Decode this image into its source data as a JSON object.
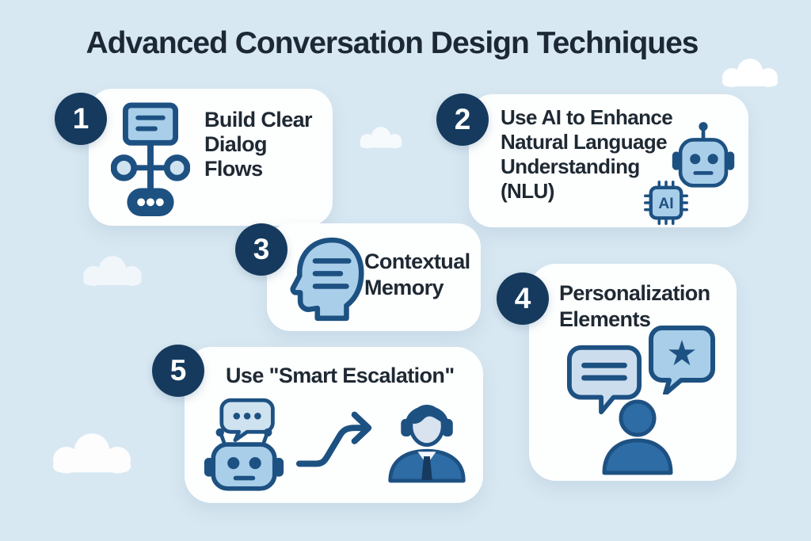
{
  "title": "Advanced Conversation Design Techniques",
  "colors": {
    "background": "#d8e8f2",
    "card": "#fdfefe",
    "badge_navy": "#163a5e",
    "icon_stroke_dark": "#1d5182",
    "icon_fill_light": "#a8cee9",
    "icon_fill_pale": "#ccdeee",
    "icon_fill_mid": "#2e6ca5",
    "text": "#1f2933"
  },
  "cards": [
    {
      "number": "1",
      "lines": [
        "Build Clear",
        "Dialog",
        "Flows"
      ],
      "icons": [
        "flowchart-icon"
      ]
    },
    {
      "number": "2",
      "lines": [
        "Use AI to Enhance",
        "Natural Language",
        "Understanding",
        "(NLU)"
      ],
      "icons": [
        "robot-head-icon",
        "ai-chip-icon"
      ],
      "chip_label": "AI"
    },
    {
      "number": "3",
      "lines": [
        "Contextual",
        "Memory"
      ],
      "icons": [
        "head-profile-memory-icon"
      ]
    },
    {
      "number": "4",
      "lines": [
        "Personalization",
        "Elements"
      ],
      "icons": [
        "chat-bubble-lines-icon",
        "chat-bubble-star-icon",
        "person-icon"
      ]
    },
    {
      "number": "5",
      "lines": [
        "Use \"Smart Escalation\""
      ],
      "icons": [
        "typing-bubble-icon",
        "robot-icon",
        "escalation-arrow-icon",
        "support-agent-icon"
      ]
    }
  ]
}
